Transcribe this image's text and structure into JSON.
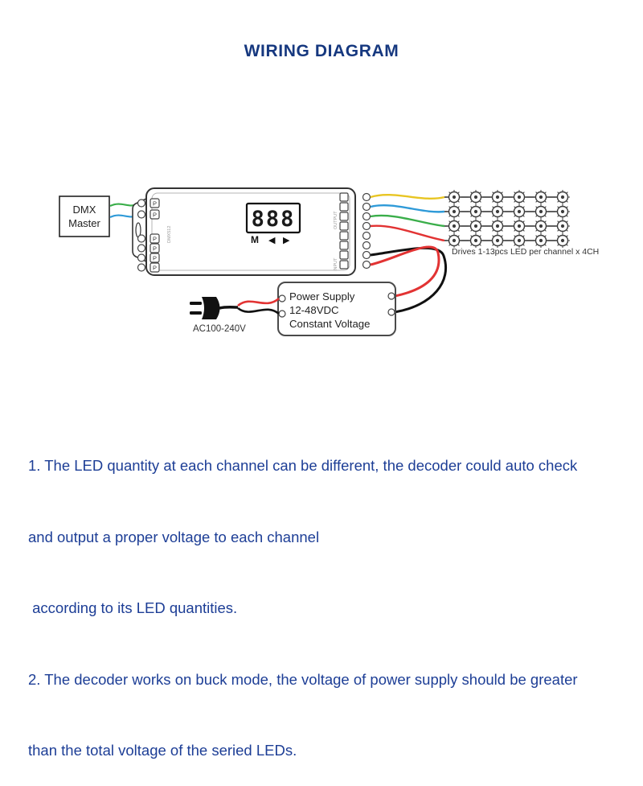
{
  "title": "WIRING DIAGRAM",
  "diagram": {
    "dmx_master": {
      "line1": "DMX",
      "line2": "Master"
    },
    "decoder": {
      "display_value": "888",
      "button_m": "M",
      "button_prev": "◀",
      "button_next": "▶",
      "port_label": "P",
      "dmx_label": "DMX512",
      "output_label": "OUTPUT",
      "input_label": "INPUT"
    },
    "leds": {
      "caption": "Drives 1-13pcs LED per channel x 4CH"
    },
    "power_supply": {
      "line1": "Power Supply",
      "line2": "12-48VDC",
      "line3": "Constant Voltage"
    },
    "ac_label": "AC100-240V"
  },
  "notes": {
    "lines": [
      "1. The LED quantity at each channel can be different, the decoder could auto check",
      "and output a proper voltage to each channel",
      " according to its LED quantities.",
      "2. The decoder works on buck mode, the voltage of power supply should be greater",
      "than the total voltage of the seried LEDs."
    ]
  },
  "colors": {
    "heading_blue": "#16387f",
    "notes_blue": "#1d3e96",
    "wire_yellow": "#e8c522",
    "wire_blue": "#2e9ad8",
    "wire_green": "#3aae4a",
    "wire_red": "#e23333",
    "wire_black": "#111111"
  }
}
